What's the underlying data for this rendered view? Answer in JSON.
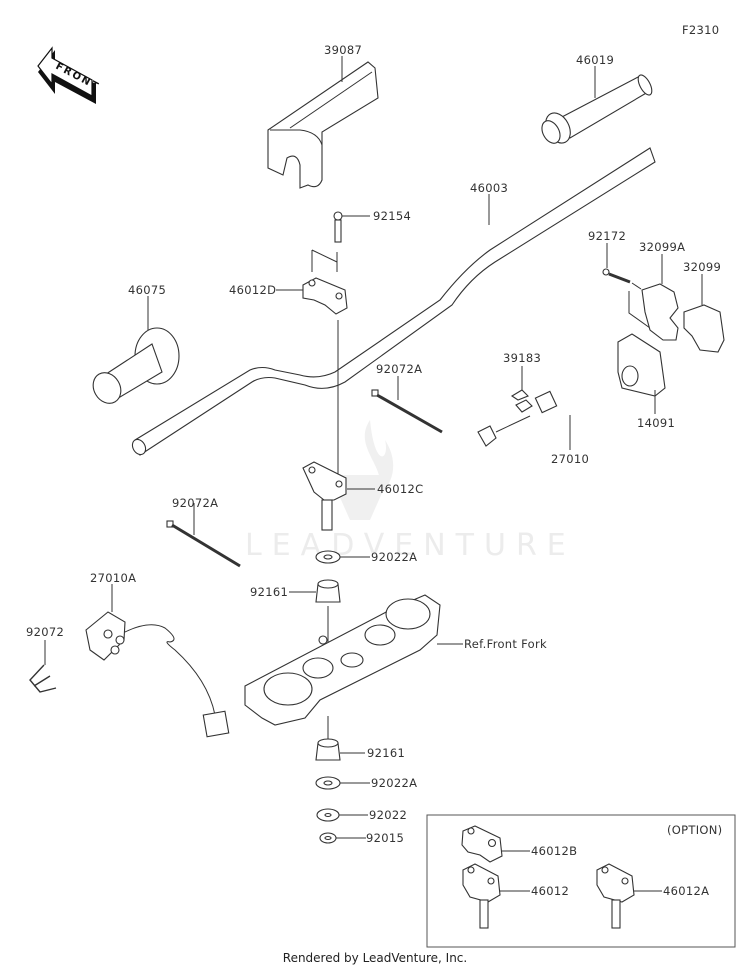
{
  "diagram": {
    "code": "F2310",
    "front_arrow_label": "FRONT",
    "watermark": "LEADVENTURE",
    "footer": "Rendered by LeadVenture, Inc.",
    "option_box_title": "(OPTION)",
    "parts": {
      "p39087": "39087",
      "p46019": "46019",
      "p46003": "46003",
      "p92154": "92154",
      "p46012D": "46012D",
      "p46075": "46075",
      "p92172": "92172",
      "p32099A": "32099A",
      "p32099": "32099",
      "p39183": "39183",
      "p14091": "14091",
      "p27010": "27010",
      "p92072A_top": "92072A",
      "p46012C": "46012C",
      "p92072A_left": "92072A",
      "p92022A_top": "92022A",
      "p27010A": "27010A",
      "p92161_top": "92161",
      "p92072": "92072",
      "ref_front_fork": "Ref.Front Fork",
      "p92161_bottom": "92161",
      "p92022A_bottom": "92022A",
      "p92022": "92022",
      "p92015": "92015",
      "p46012B": "46012B",
      "p46012": "46012",
      "p46012A": "46012A"
    }
  }
}
